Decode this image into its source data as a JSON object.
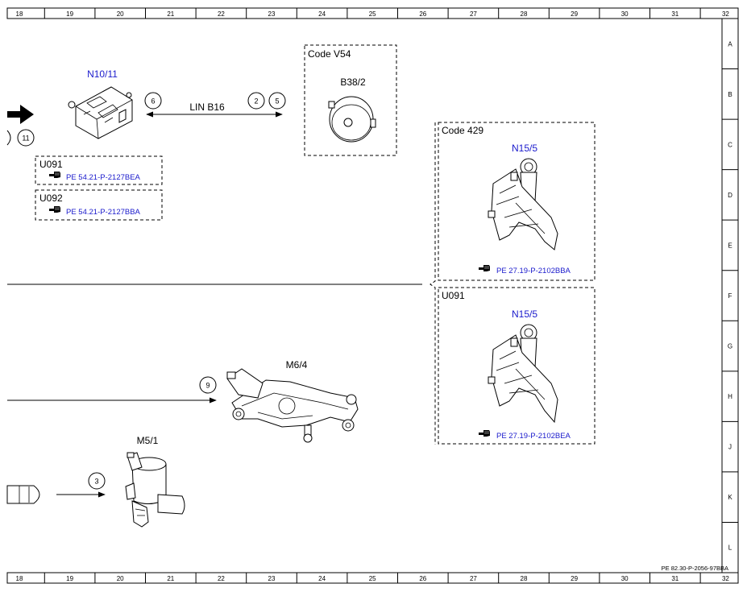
{
  "ruler": {
    "columns": [
      "18",
      "19",
      "20",
      "21",
      "22",
      "23",
      "24",
      "25",
      "26",
      "27",
      "28",
      "29",
      "30",
      "31",
      "32"
    ],
    "rows": [
      "A",
      "B",
      "C",
      "D",
      "E",
      "F",
      "G",
      "H",
      "J",
      "K",
      "L"
    ]
  },
  "components": {
    "n10_11": {
      "label": "N10/11",
      "pin_left": "11",
      "pin_right": "6"
    },
    "bus": {
      "label": "LIN B16",
      "pin_a": "2",
      "pin_b": "5"
    },
    "code_v54": {
      "title": "Code V54",
      "label": "B38/2"
    },
    "u091_top": {
      "title": "U091",
      "ref": "PE 54.21-P-2127BEA"
    },
    "u092": {
      "title": "U092",
      "ref": "PE 54.21-P-2127BBA"
    },
    "code_429": {
      "title": "Code 429",
      "label": "N15/5",
      "ref": "PE 27.19-P-2102BBA"
    },
    "u091_right": {
      "title": "U091",
      "label": "N15/5",
      "ref": "PE 27.19-P-2102BEA"
    },
    "m6_4": {
      "label": "M6/4",
      "pin": "9"
    },
    "m5_1": {
      "label": "M5/1",
      "pin": "3"
    }
  },
  "footer": {
    "doc_ref": "PE 82.30-P-2056-97BBA"
  },
  "icons": {
    "reference": "pointing-hand-icon"
  },
  "colors": {
    "label_blue": "#1a1acc",
    "line": "#000000"
  }
}
